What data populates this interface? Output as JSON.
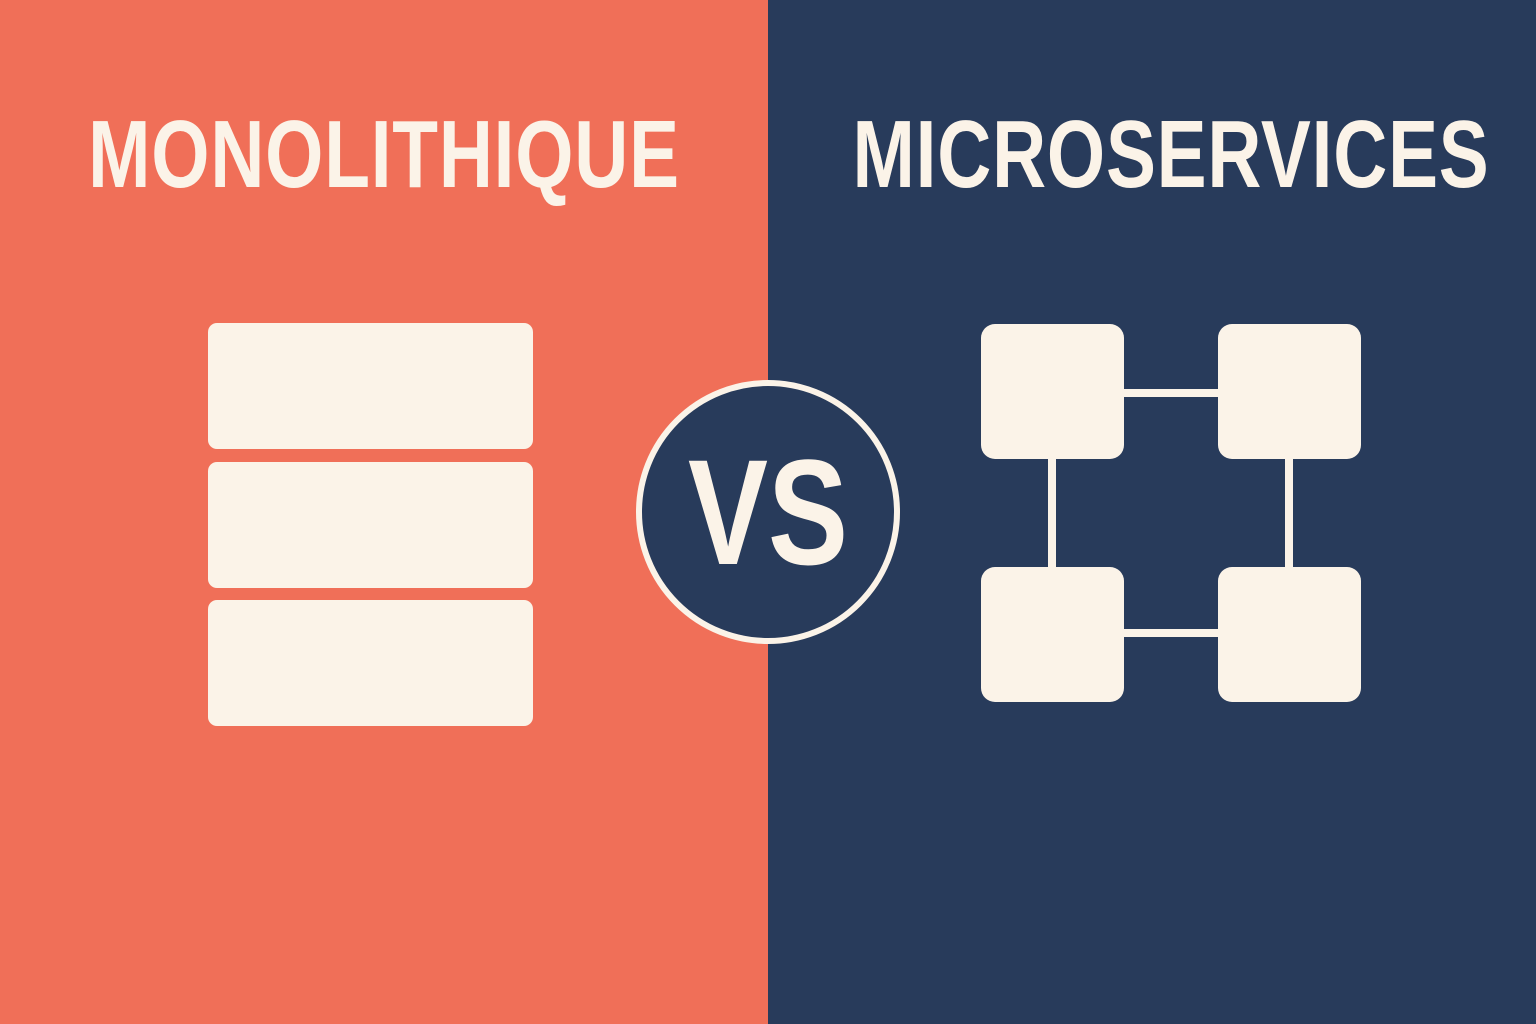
{
  "left": {
    "title": "MONOLITHIQUE",
    "color": "#f06f58",
    "icon": "stacked-layers-icon"
  },
  "right": {
    "title": "MICROSERVICES",
    "color": "#283b5b",
    "icon": "connected-services-icon"
  },
  "badge": {
    "label": "VS"
  },
  "colors": {
    "foreground": "#fbf3e8"
  }
}
